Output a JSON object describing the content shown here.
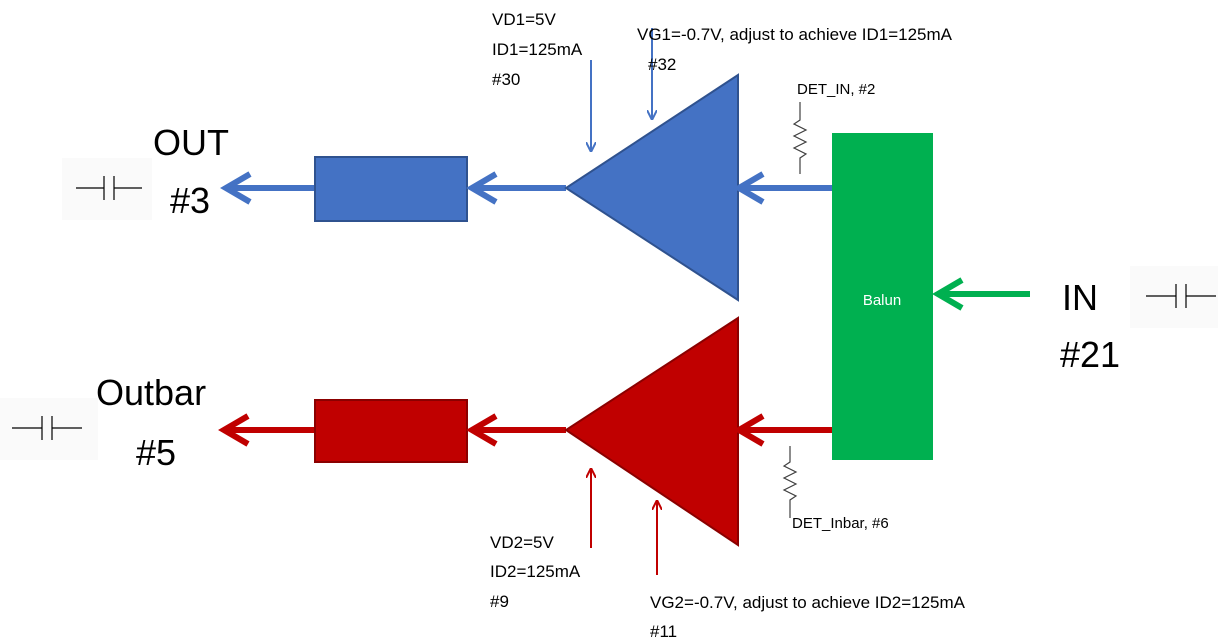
{
  "colors": {
    "blue": "#4472C4",
    "red": "#C00000",
    "green": "#00B050",
    "black": "#000000"
  },
  "ports": {
    "out_name": "OUT",
    "out_num": "#3",
    "outbar_name": "Outbar",
    "outbar_num": "#5",
    "in_name": "IN",
    "in_num": "#21"
  },
  "balun": {
    "label": "Balun"
  },
  "amp1": {
    "vd": "VD1=5V",
    "id": "ID1=125mA",
    "vd_pin": "#30",
    "vg": "VG1=-0.7V, adjust to achieve ID1=125mA",
    "vg_pin": "#32"
  },
  "amp2": {
    "vd": "VD2=5V",
    "id": "ID2=125mA",
    "vd_pin": "#9",
    "vg": "VG2=-0.7V, adjust to achieve ID2=125mA",
    "vg_pin": "#11"
  },
  "detectors": {
    "det_in": "DET_IN, #2",
    "det_inbar": "DET_Inbar, #6"
  },
  "icons": [
    "capacitor-icon",
    "resistor-icon",
    "arrow-icon"
  ]
}
